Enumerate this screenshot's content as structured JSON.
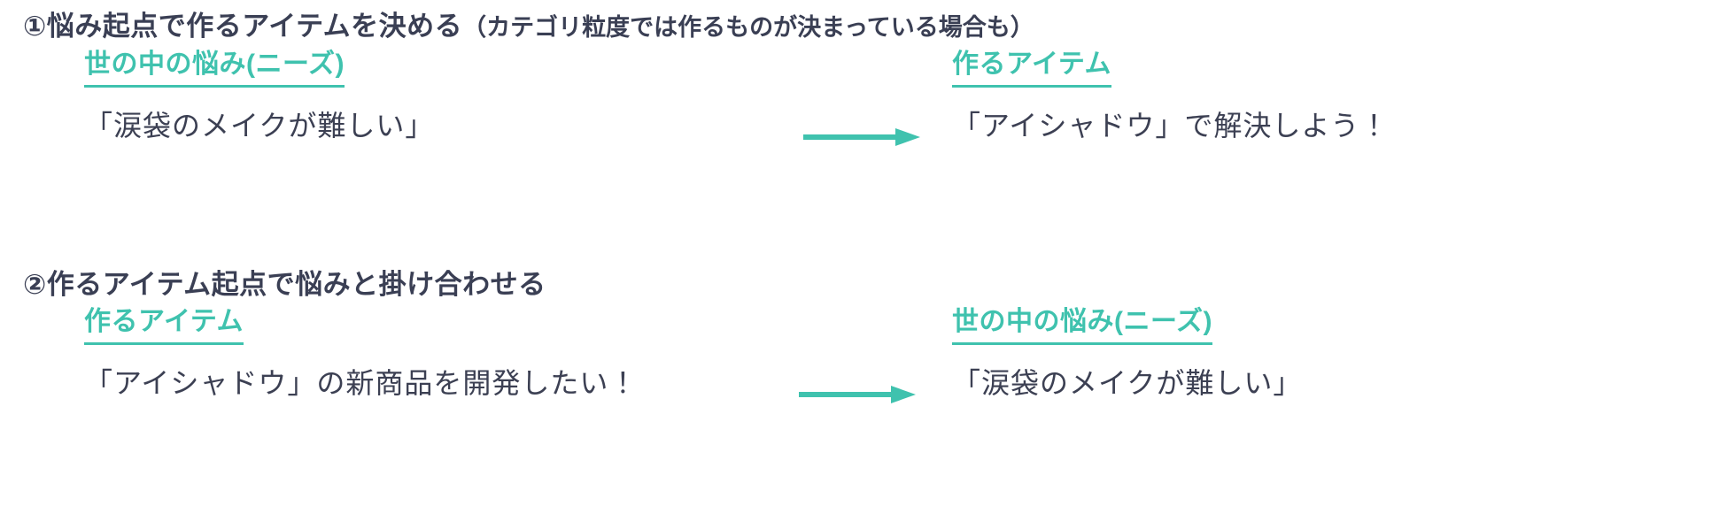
{
  "palette": {
    "accent_teal": "#3fc2ae",
    "text_dark": "#3c4053",
    "heading_dark": "#3a3f54",
    "background": "#ffffff"
  },
  "sections": [
    {
      "number_prefix": "①",
      "heading_main": "①悩み起点で作るアイテムを決める",
      "heading_note": "（カテゴリ粒度では作るものが決まっている場合も）",
      "left": {
        "label": "世の中の悩み(ニーズ)",
        "text": "「涙袋のメイクが難しい」"
      },
      "right": {
        "label": "作るアイテム",
        "text": "「アイシャドウ」で解決しよう！"
      },
      "arrow_icon": "arrow-right-icon"
    },
    {
      "number_prefix": "②",
      "heading_main": "②作るアイテム起点で悩みと掛け合わせる",
      "heading_note": "",
      "left": {
        "label": "作るアイテム",
        "text": "「アイシャドウ」の新商品を開発したい！"
      },
      "right": {
        "label": "世の中の悩み(ニーズ)",
        "text": "「涙袋のメイクが難しい」"
      },
      "arrow_icon": "arrow-right-icon"
    }
  ]
}
